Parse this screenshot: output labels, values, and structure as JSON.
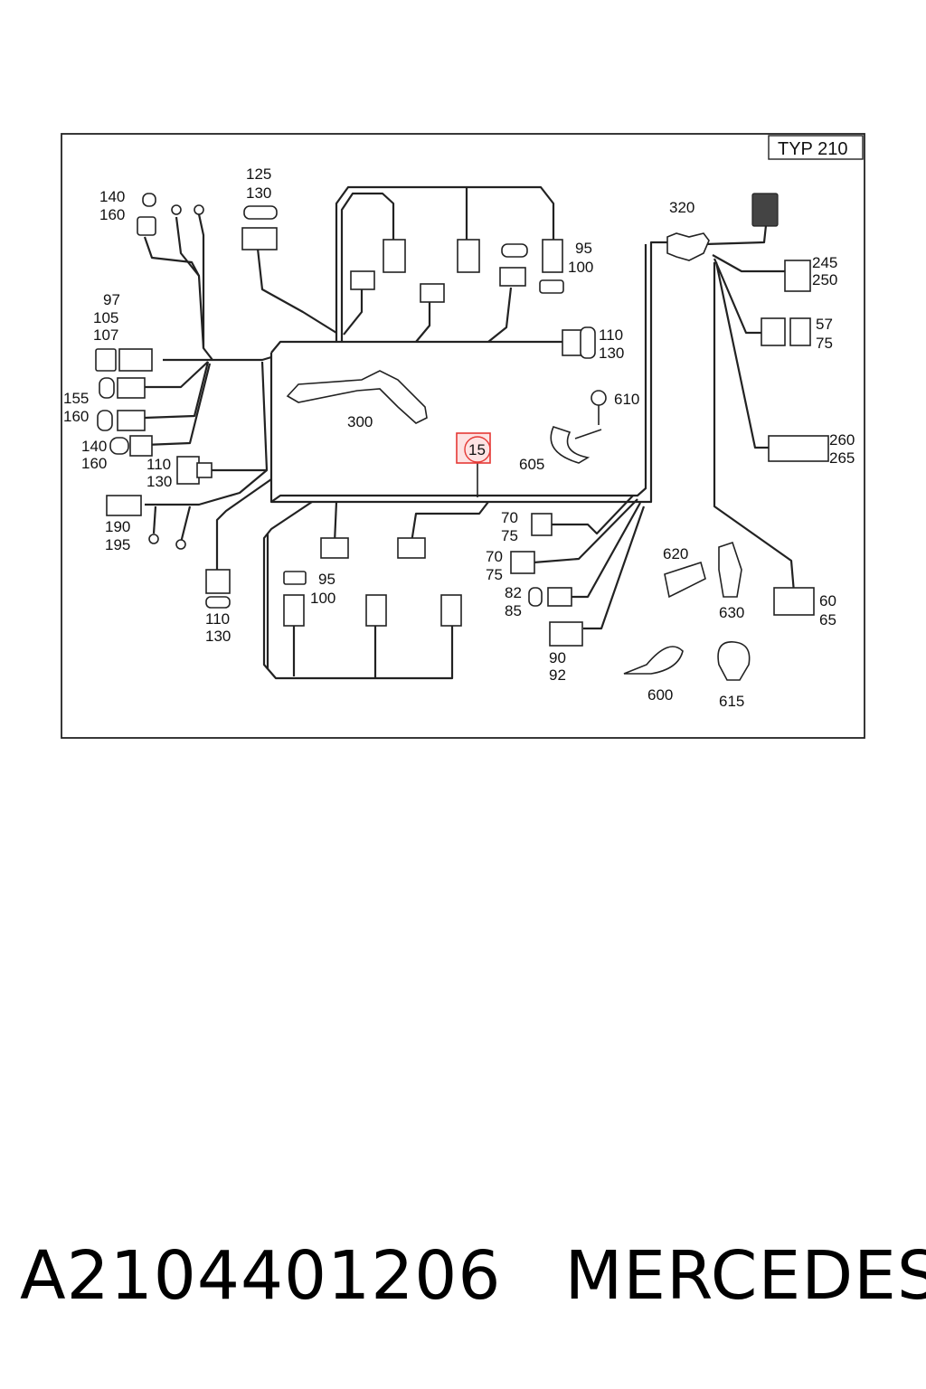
{
  "diagram": {
    "model_badge": "TYP 210",
    "highlighted_item": "15",
    "callouts": {
      "c125_130": [
        "125",
        "130"
      ],
      "c140_160_top": [
        "140",
        "160"
      ],
      "c97_105_107": [
        "97",
        "105",
        "107"
      ],
      "c155_160": [
        "155",
        "160"
      ],
      "c140_160_mid": [
        "140",
        "160"
      ],
      "c110_130_left": [
        "110",
        "130"
      ],
      "c190_195": [
        "190",
        "195"
      ],
      "c110_130_bottom": [
        "110",
        "130"
      ],
      "c95_100_bottom": [
        "95",
        "100"
      ],
      "c95_100_top": [
        "95",
        "100"
      ],
      "c110_130_right": [
        "110",
        "130"
      ],
      "c320": [
        "320"
      ],
      "c245_250": [
        "245",
        "250"
      ],
      "c57_75": [
        "57",
        "75"
      ],
      "c260_265": [
        "260",
        "265"
      ],
      "c60_65": [
        "60",
        "65"
      ],
      "c300": [
        "300"
      ],
      "c610": [
        "610"
      ],
      "c605": [
        "605"
      ],
      "c70_75_a": [
        "70",
        "75"
      ],
      "c70_75_b": [
        "70",
        "75"
      ],
      "c82_85": [
        "82",
        "85"
      ],
      "c90_92": [
        "90",
        "92"
      ],
      "c620": [
        "620"
      ],
      "c630": [
        "630"
      ],
      "c600": [
        "600"
      ],
      "c615": [
        "615"
      ]
    },
    "colors": {
      "line": "#222222",
      "highlight": "#e53935",
      "highlight_fill": "#fde3e3"
    }
  },
  "caption": {
    "part_number": "A2104401206",
    "brand": "MERCEDES"
  }
}
